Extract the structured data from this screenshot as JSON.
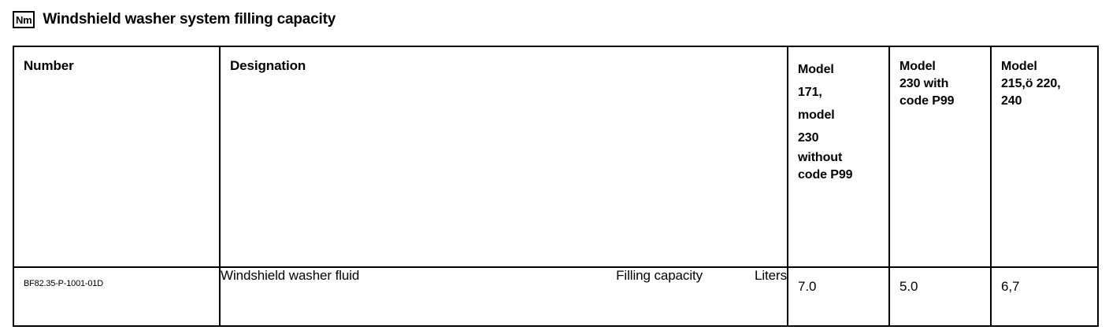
{
  "document": {
    "unit_badge": "Nm",
    "title": "Windshield washer system filling capacity"
  },
  "table": {
    "headers": {
      "number": "Number",
      "designation": "Designation",
      "model_1": {
        "line1": "Model",
        "line2": "171,",
        "line3": "model",
        "line4": "230",
        "line5": "without",
        "line6": "code P99"
      },
      "model_2": {
        "line1": "Model",
        "line2": "230 with",
        "line3": "code P99"
      },
      "model_3": {
        "line1": "Model",
        "line2": "215,ö 220,",
        "line3": "240"
      }
    },
    "rows": [
      {
        "number": "BF82.35-P-1001-01D",
        "designation": "Windshield washer fluid",
        "measure": "Filling capacity",
        "unit": "Liters",
        "value_model_1": "7.0",
        "value_model_2": "5.0",
        "value_model_3": "6,7"
      }
    ]
  }
}
